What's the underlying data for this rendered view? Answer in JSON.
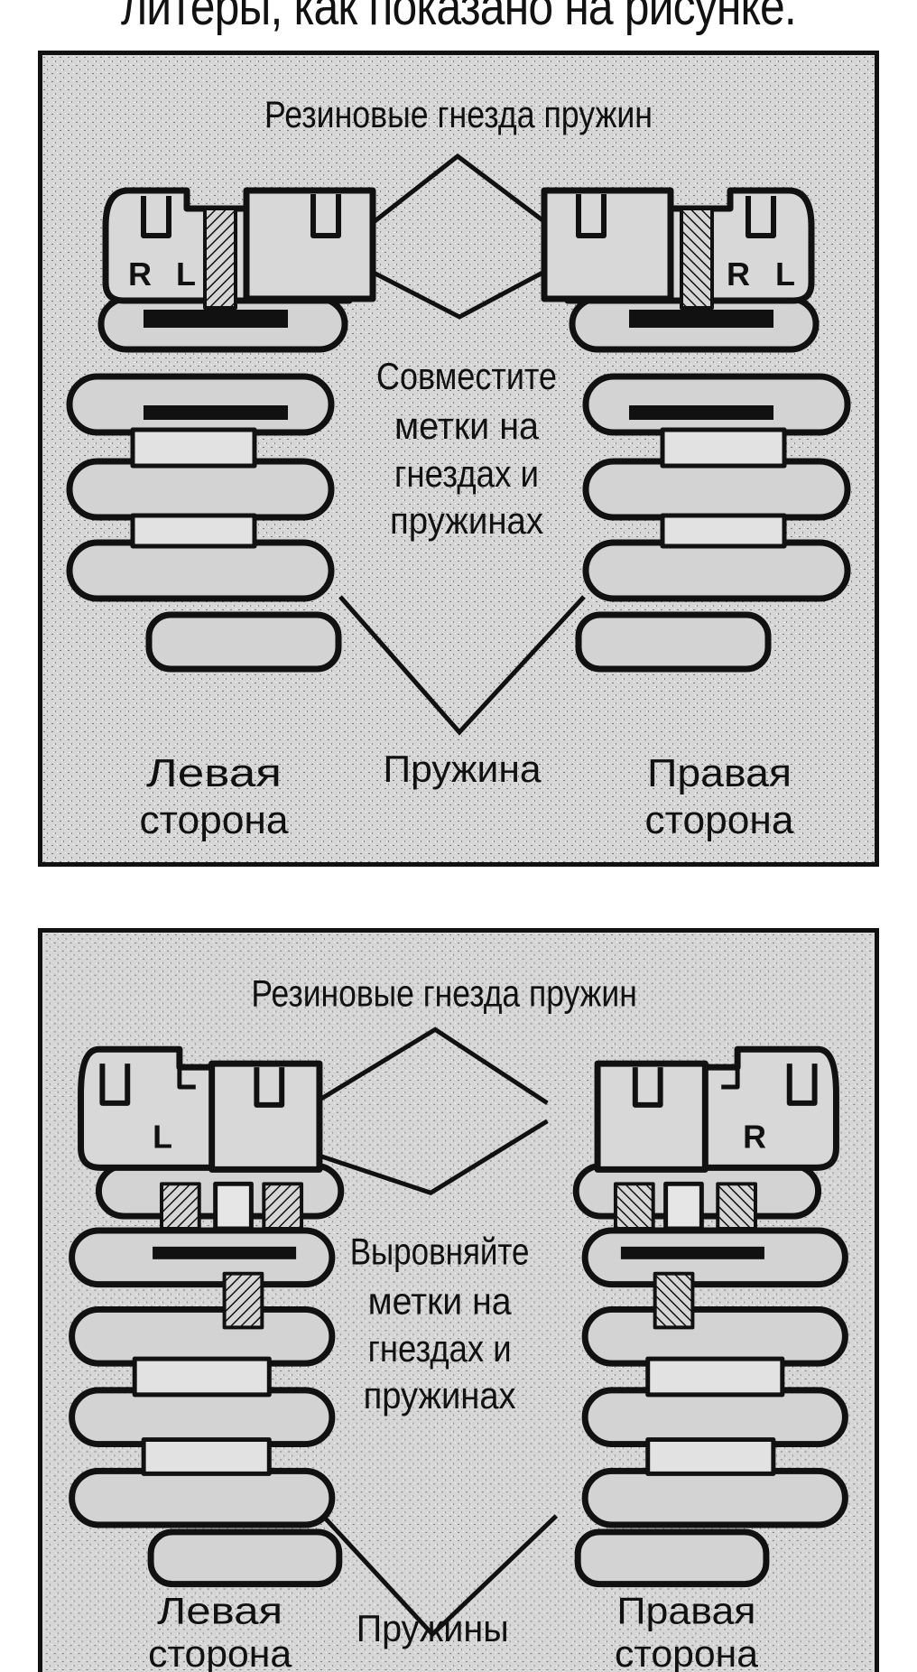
{
  "caption": "литеры, как показано на рисунке.",
  "colors": {
    "ink": "#111111",
    "paper": "#d9d9d9",
    "page": "#ffffff"
  },
  "figure_top": {
    "title": "Резиновые гнезда пружин",
    "center_lines": [
      "Совместите",
      "метки на",
      "гнездах и",
      "пружинах"
    ],
    "bottom_center": "Пружина",
    "left_lines": [
      "Левая",
      "сторона"
    ],
    "right_lines": [
      "Правая",
      "сторона"
    ],
    "left_marks": [
      "R",
      "L"
    ],
    "right_marks": [
      "R",
      "L"
    ]
  },
  "figure_bottom": {
    "title": "Резиновые гнезда пружин",
    "center_lines": [
      "Выровняйте",
      "метки на",
      "гнездах и",
      "пружинах"
    ],
    "bottom_center": "Пружины",
    "left_lines": [
      "Левая",
      "сторона"
    ],
    "right_lines": [
      "Правая",
      "сторона"
    ],
    "left_mark": "L",
    "right_mark": "R"
  }
}
